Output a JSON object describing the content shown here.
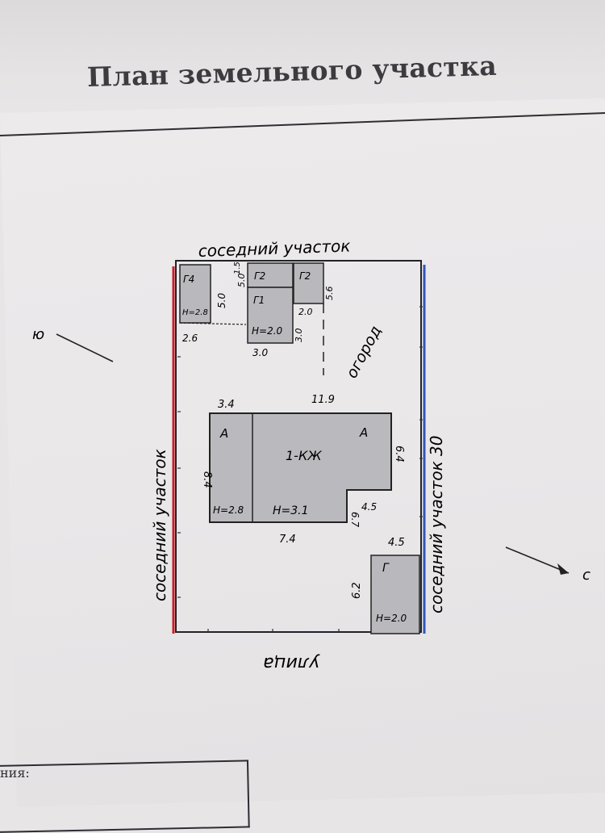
{
  "document": {
    "title": "План земельного участка",
    "bottom_label": "ния:"
  },
  "plan": {
    "side_labels": {
      "top": "соседний участок",
      "left": "соседний участок",
      "right": "соседний участок 30",
      "bottom": "улица",
      "garden": "огород"
    },
    "compass": {
      "south": "ю",
      "north": "с"
    },
    "buildings": {
      "g4": {
        "name": "Г4",
        "height": "H=2.8"
      },
      "g2a": {
        "name": "Г2"
      },
      "g2b": {
        "name": "Г2"
      },
      "g1": {
        "name": "Г1",
        "height": "H=2.0"
      },
      "house": {
        "name": "1-КЖ",
        "height": "H=3.1"
      },
      "annex_a_left": {
        "name": "А",
        "height": "H=2.8"
      },
      "annex_a_right": {
        "name": "А"
      },
      "garage": {
        "name": "Г",
        "height": "H=2.0"
      }
    },
    "dimensions": {
      "g4_width": "2.6",
      "g4_length": "5.0",
      "g1_top": "5.0",
      "g1_side": "1.5",
      "g1_width": "3.0",
      "g1_depth": "3.0",
      "g2_side": "5.6",
      "g2_width": "2.0",
      "house_top_left": "3.4",
      "house_top": "11.9",
      "house_left": "8.4",
      "house_right": "6.4",
      "house_bottom": "7.4",
      "notch_h": "4.5",
      "notch_v": "6.7",
      "garage_width": "4.5",
      "garage_length": "6.2"
    },
    "colors": {
      "left_boundary": "#c8202a",
      "right_boundary": "#2f57b8",
      "building_fill": "#b9b8bc"
    }
  }
}
